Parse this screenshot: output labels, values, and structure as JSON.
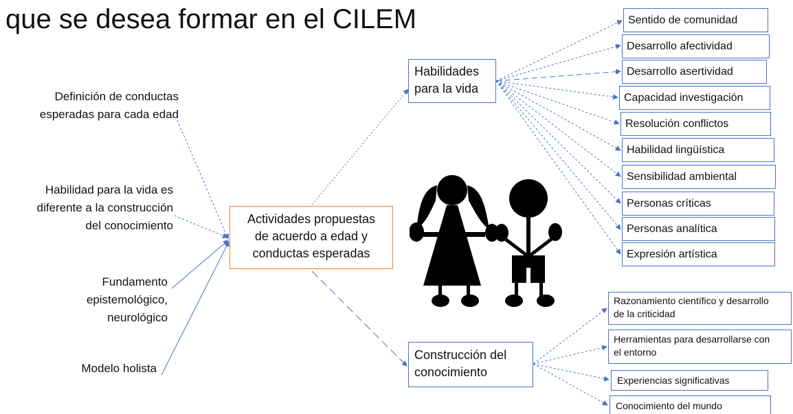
{
  "title": "que se desea formar en el CILEM",
  "left_notes": [
    {
      "lines": [
        "Definición de conductas",
        "esperadas para cada edad"
      ]
    },
    {
      "lines": [
        "Habilidad para la vida es",
        "diferente a la construcción",
        "del conocimiento"
      ]
    },
    {
      "lines": [
        "Fundamento",
        "epistemológico,",
        "neurológico"
      ]
    },
    {
      "lines": [
        "Modelo holista"
      ]
    }
  ],
  "center": {
    "lines": [
      "Actividades propuestas",
      "de acuerdo a edad y",
      "conductas esperadas"
    ]
  },
  "life_skills": {
    "lines": [
      "Habilidades",
      "para la vida"
    ],
    "items": [
      "Sentido de comunidad",
      "Desarrollo afectividad",
      "Desarrollo asertividad",
      "Capacidad investigación",
      "Resolución conflictos",
      "Habilidad lingüística",
      "Sensibilidad ambiental",
      "Personas críticas",
      "Personas analítica",
      "Expresión artística"
    ]
  },
  "knowledge": {
    "lines": [
      "Construcción del",
      "conocimiento"
    ],
    "items": [
      {
        "lines": [
          "Razonamiento científico y desarrollo",
          "de la criticidad"
        ]
      },
      {
        "lines": [
          "Herramientas para desarrollarse con",
          "el entorno"
        ]
      },
      {
        "lines": [
          "Experiencias significativas"
        ]
      },
      {
        "lines": [
          "Conocimiento del mundo"
        ]
      }
    ]
  },
  "illustration": {
    "icon": "children-silhouette-icon",
    "fill": "#000000"
  },
  "colors": {
    "arrow": "#4a72c4",
    "box_border": "#4a72c4",
    "center_border": "#e8843c",
    "text": "#111111"
  }
}
